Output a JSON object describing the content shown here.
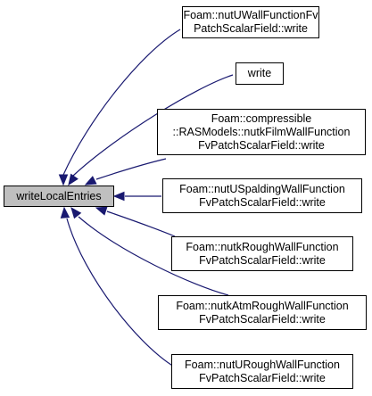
{
  "colors": {
    "edge": "#191970",
    "node_border": "#000000",
    "root_fill": "#bfbfbf",
    "node_fill": "#ffffff"
  },
  "root": {
    "label": "writeLocalEntries"
  },
  "callers": [
    {
      "lines": [
        "Foam::nutUWallFunctionFv",
        "PatchScalarField::write"
      ]
    },
    {
      "lines": [
        "write"
      ]
    },
    {
      "lines": [
        "Foam::compressible",
        "::RASModels::nutkFilmWallFunction",
        "FvPatchScalarField::write"
      ]
    },
    {
      "lines": [
        "Foam::nutUSpaldingWallFunction",
        "FvPatchScalarField::write"
      ]
    },
    {
      "lines": [
        "Foam::nutkRoughWallFunction",
        "FvPatchScalarField::write"
      ]
    },
    {
      "lines": [
        "Foam::nutkAtmRoughWallFunction",
        "FvPatchScalarField::write"
      ]
    },
    {
      "lines": [
        "Foam::nutURoughWallFunction",
        "FvPatchScalarField::write"
      ]
    }
  ]
}
